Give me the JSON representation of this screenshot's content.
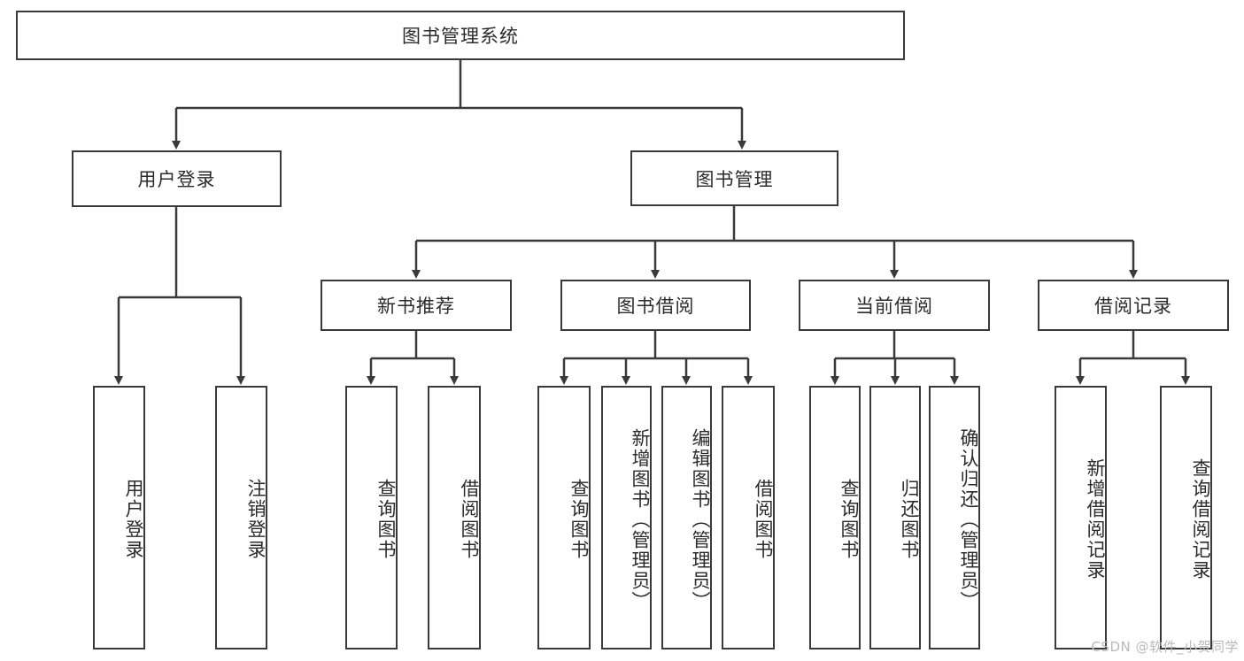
{
  "diagram": {
    "type": "tree-hierarchy-chart",
    "title": "图书管理系统",
    "stroke_color": "#3a3a3a",
    "text_color": "#2b2b2b",
    "background": "#ffffff",
    "root": {
      "label": "图书管理系统"
    },
    "level1": [
      {
        "label": "用户登录"
      },
      {
        "label": "图书管理"
      }
    ],
    "level2": [
      {
        "label": "新书推荐"
      },
      {
        "label": "图书借阅"
      },
      {
        "label": "当前借阅"
      },
      {
        "label": "借阅记录"
      }
    ],
    "leaves": {
      "user_login": [
        {
          "label": "用户登录"
        },
        {
          "label": "注销登录"
        }
      ],
      "new_book": [
        {
          "label": "查询图书"
        },
        {
          "label": "借阅图书"
        }
      ],
      "borrow_book": [
        {
          "label": "查询图书"
        },
        {
          "label": "新增图书（管理员）"
        },
        {
          "label": "编辑图书（管理员）"
        },
        {
          "label": "借阅图书"
        }
      ],
      "current_borrow": [
        {
          "label": "查询图书"
        },
        {
          "label": "归还图书"
        },
        {
          "label": "确认归还（管理员）"
        }
      ],
      "borrow_record": [
        {
          "label": "新增借阅记录"
        },
        {
          "label": "查询借阅记录"
        }
      ]
    },
    "watermark": "CSDN @软件_小贺同学"
  }
}
